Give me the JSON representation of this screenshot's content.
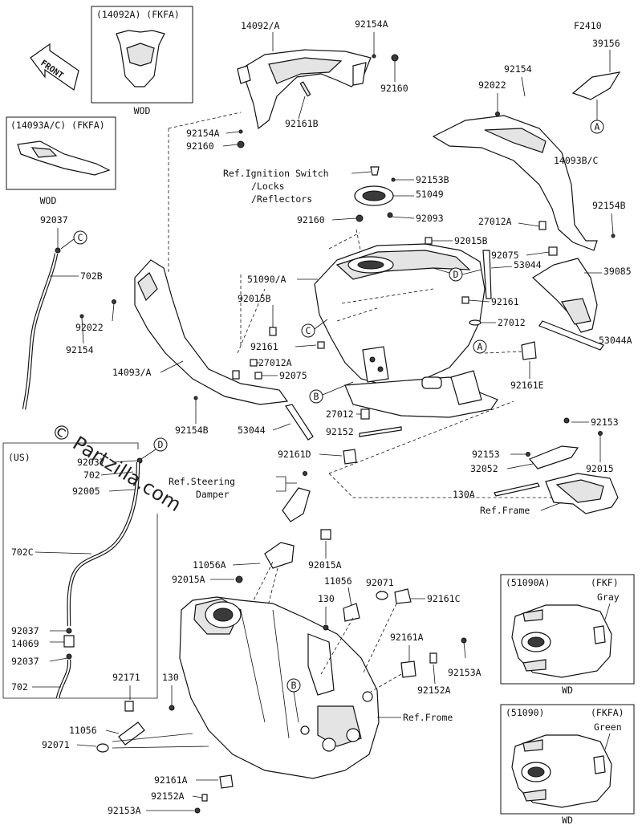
{
  "diagram": {
    "front_arrow": "FRONT",
    "watermark": "© Partzilla.com",
    "callouts": [
      "A",
      "B",
      "C",
      "D"
    ],
    "insets": {
      "top_cover": {
        "title": "(14092A) (FKFA)",
        "footer": "WOD"
      },
      "side_cover": {
        "title": "(14093A/C) (FKFA)",
        "footer": "WOD"
      },
      "us_box": {
        "title": "(US)"
      },
      "gray_tank": {
        "title_left": "(51090A)",
        "title_right": "(FKF)",
        "color": "Gray",
        "footer": "WD"
      },
      "green_tank": {
        "title_left": "(51090)",
        "title_right": "(FKFA)",
        "color": "Green",
        "footer": "WD"
      }
    },
    "refs": {
      "ignition": [
        "Ref.Ignition Switch",
        "/Locks",
        "/Reflectors"
      ],
      "steering": [
        "Ref.Steering",
        "Damper"
      ],
      "frame_upper": "Ref.Frame",
      "frame_lower": "Ref.Frome"
    },
    "labels": {
      "p14092A": "14092/A",
      "p92154A_top": "92154A",
      "p92160_top": "92160",
      "pF2410": "F2410",
      "p39156": "39156",
      "p92154_top": "92154",
      "p92022_top": "92022",
      "p92154A_mid": "92154A",
      "p92160_mid": "92160",
      "p92161B": "92161B",
      "p14093BC": "14093B/C",
      "p92153B": "92153B",
      "p51049": "51049",
      "p92160_lower": "92160",
      "p92093": "92093",
      "p27012A_right": "27012A",
      "p92154B_right": "92154B",
      "p92037_left": "92037",
      "p702B": "702B",
      "p92015B_top": "92015B",
      "p92075_right": "92075",
      "p53044_right": "53044",
      "p39085": "39085",
      "p51090A": "51090/A",
      "p92015B_left": "92015B",
      "p92161_right": "92161",
      "p92154_left": "92154",
      "p92022_left": "92022",
      "p27012": "27012",
      "p53044A": "53044A",
      "p92161_mid": "92161",
      "p27012A_left": "27012A",
      "p14093A": "14093/A",
      "p92075_left": "92075",
      "p92161E": "92161E",
      "p92154B_left": "92154B",
      "p27012_lower": "27012",
      "p53044_lower": "53044",
      "p92152": "92152",
      "p92153_right": "92153",
      "p92153_mid": "92153",
      "p32052": "32052",
      "p92015": "92015",
      "p92161D": "92161D",
      "p130A": "130A",
      "p92037_us": "92037",
      "p702_us": "702",
      "p92005": "92005",
      "p702C": "702C",
      "p92037_us2": "92037",
      "p14069": "14069",
      "p92037_us3": "92037",
      "p702_bottom": "702",
      "p11056A": "11056A",
      "p92015A_left": "92015A",
      "p92015A_right": "92015A",
      "p92071_right": "92071",
      "p11056_right": "11056",
      "p130_right": "130",
      "p92161C": "92161C",
      "p92161A_right": "92161A",
      "p92153A_right": "92153A",
      "p92152A_right": "92152A",
      "p92171": "92171",
      "p130_left": "130",
      "p11056_left": "11056",
      "p92071_left": "92071",
      "p92161A_bottom": "92161A",
      "p92152A_bottom": "92152A",
      "p92153A_bottom": "92153A"
    }
  }
}
